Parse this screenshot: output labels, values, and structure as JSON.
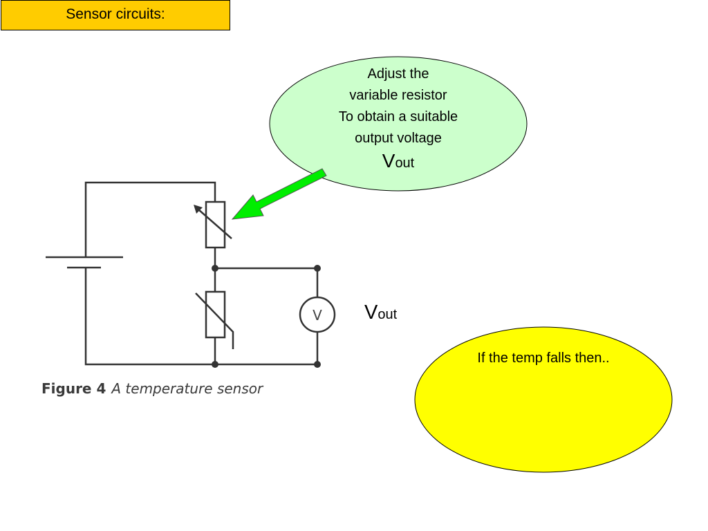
{
  "title": "Sensor circuits:",
  "callout_top": {
    "lines": [
      "Adjust the",
      "variable resistor",
      "To obtain a suitable",
      "output voltage"
    ],
    "vout_main": "V",
    "vout_sub": "out"
  },
  "vout_label": {
    "main": "V",
    "sub": "out"
  },
  "callout_bottom": {
    "text": "If the temp falls then.."
  },
  "circuit": {
    "voltmeter_symbol": "V"
  },
  "figure": {
    "number": "Figure 4",
    "caption": "A temperature sensor"
  },
  "colors": {
    "title_fill": "#ffcc00",
    "callout_top_fill": "#ccffcc",
    "callout_bottom_fill": "#ffff00",
    "arrow_fill": "#00ee00"
  }
}
